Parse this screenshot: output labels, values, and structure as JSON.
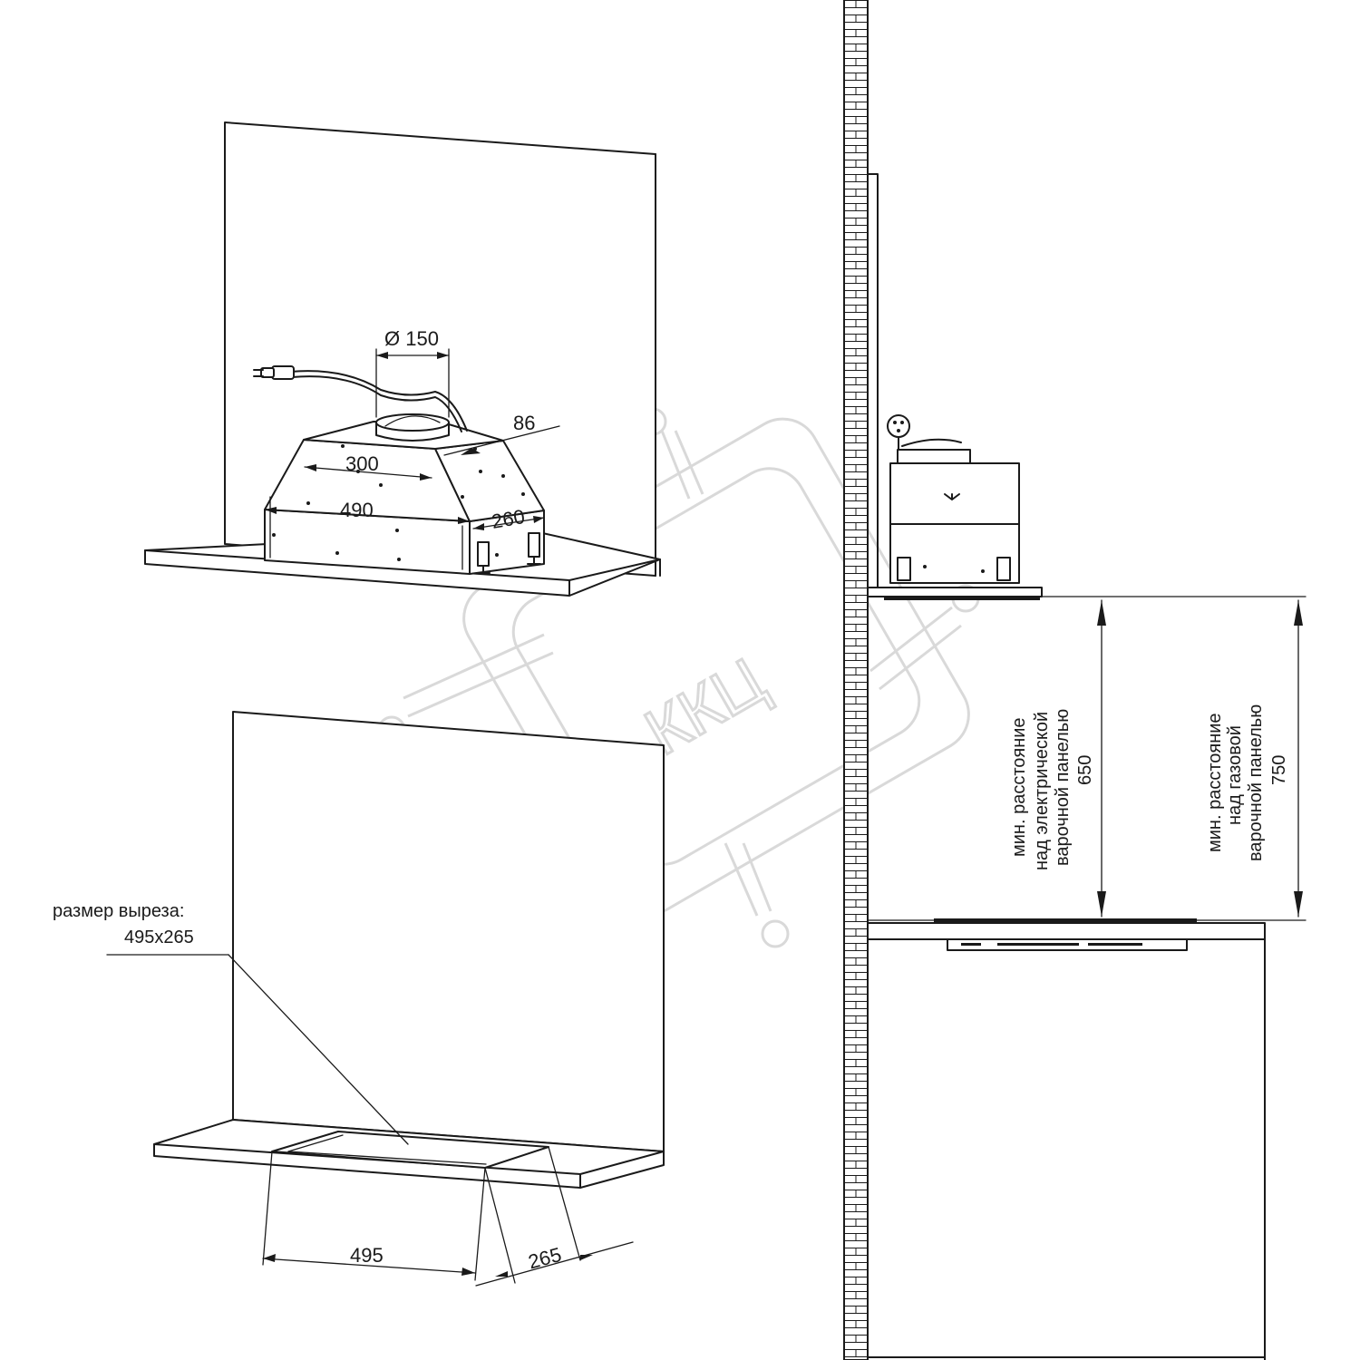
{
  "dimensions": {
    "duct_diameter": "Ø 150",
    "width_300": "300",
    "depth_86": "86",
    "width_490": "490",
    "depth_260": "260",
    "cutout_width": "495",
    "cutout_depth": "265"
  },
  "cutout_note": {
    "line1": "размер выреза:",
    "line2": "495x265"
  },
  "electric_hob": {
    "line1": "мин. расстояние",
    "line2": "над электрической",
    "line3": "варочной панелью",
    "value": "650"
  },
  "gas_hob": {
    "line1": "мин. расстояние",
    "line2": "над газовой",
    "line3": "варочной панелью",
    "value": "750"
  },
  "watermark": "ККЦ"
}
